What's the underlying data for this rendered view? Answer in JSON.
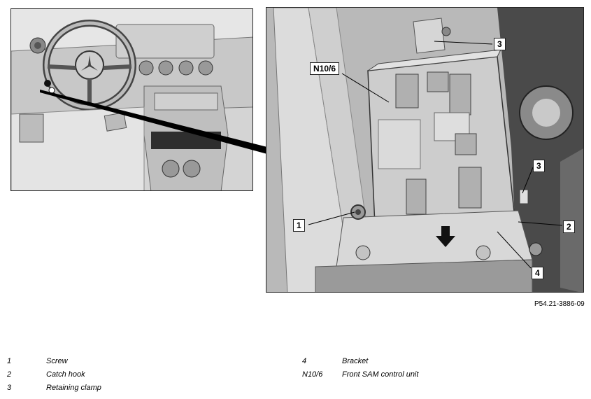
{
  "figure_ref": "P54.21-3886-09",
  "callouts": {
    "c1": "1",
    "c2": "2",
    "c3a": "3",
    "c3b": "3",
    "c4": "4",
    "cN": "N10/6"
  },
  "legend": [
    {
      "num": "1",
      "text": "Screw"
    },
    {
      "num": "2",
      "text": "Catch hook"
    },
    {
      "num": "3",
      "text": "Retaining clamp"
    },
    {
      "num": "4",
      "text": "Bracket"
    },
    {
      "num": "N10/6",
      "text": "Front SAM control unit"
    }
  ]
}
